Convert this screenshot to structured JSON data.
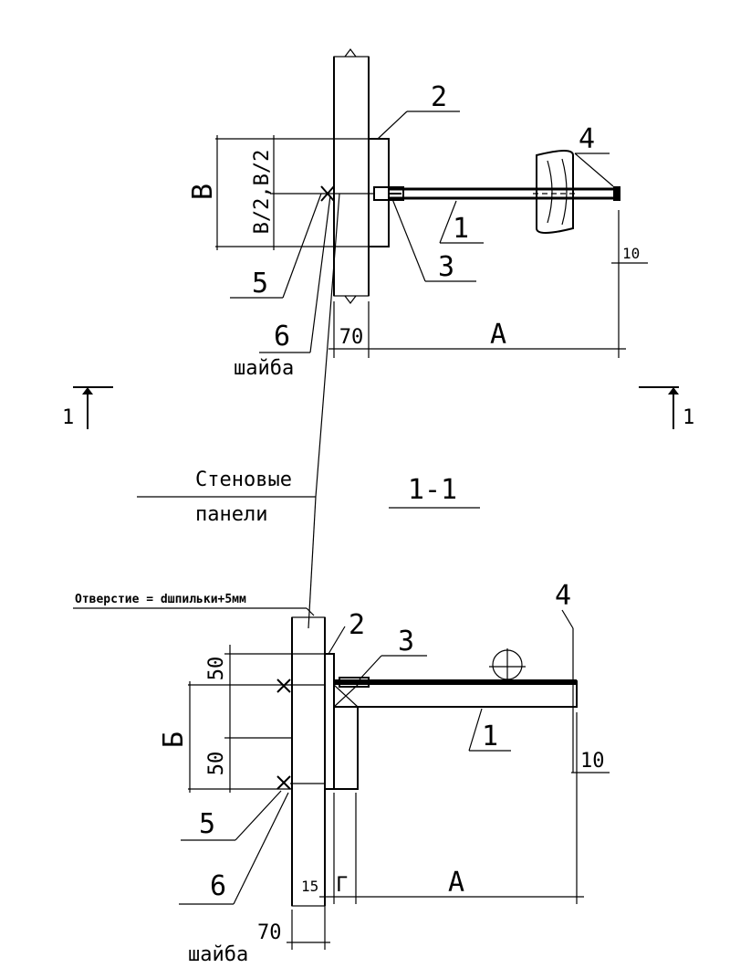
{
  "section_label": "1-1",
  "section_mark": "1",
  "wall_callout": [
    "Стеновые",
    "панели"
  ],
  "hole_note": "Отверстие = dшпильки+5мм",
  "washer_word": "шайба",
  "top_view": {
    "parts": [
      "1",
      "2",
      "3",
      "4",
      "5",
      "6"
    ],
    "dims": {
      "height": "В",
      "half": "В/2,В/2",
      "wall": "70",
      "length": "А",
      "offset": "10"
    }
  },
  "bottom_view": {
    "parts": [
      "1",
      "2",
      "3",
      "4",
      "5",
      "6"
    ],
    "dims": {
      "height": "Б",
      "top": "50",
      "bottom": "50",
      "wall": "70",
      "inner": "15",
      "gap": "Г",
      "length": "А",
      "offset": "10"
    }
  },
  "colors": {
    "ink": "#000000",
    "paper": "#ffffff"
  }
}
